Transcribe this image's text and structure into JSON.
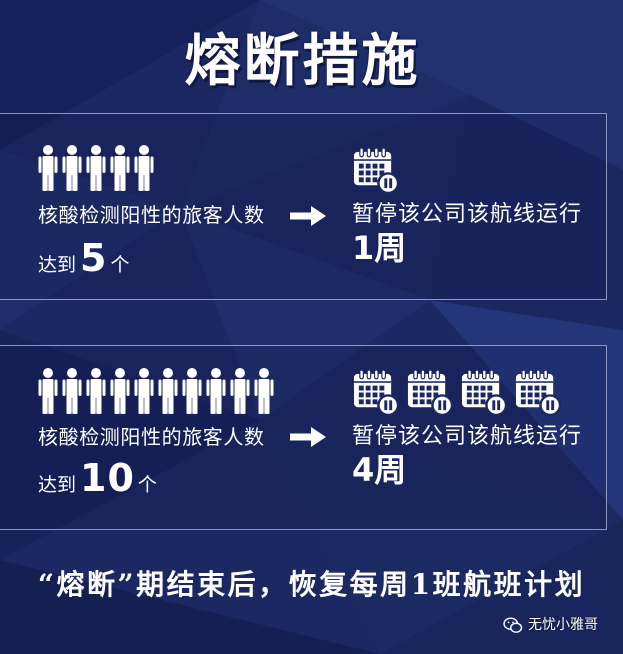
{
  "title": "熔断措施",
  "colors": {
    "background": "#1b2862",
    "text": "#ffffff",
    "card_border": "#8e98c2",
    "icon": "#ffffff"
  },
  "icons": {
    "person": "person-icon",
    "calendar": "calendar-pause-icon",
    "arrow": "arrow-right-icon",
    "watermark": "wechat-icon"
  },
  "rules": [
    {
      "person_icons": 5,
      "condition": "核酸检测阳性的旅客人数",
      "reach_prefix": "达到",
      "count": "5",
      "unit": "个",
      "calendar_icons": 1,
      "action": "暂停该公司该航线运行",
      "duration": "1周"
    },
    {
      "person_icons": 10,
      "condition": "核酸检测阳性的旅客人数",
      "reach_prefix": "达到",
      "count": "10",
      "unit": "个",
      "calendar_icons": 4,
      "action": "暂停该公司该航线运行",
      "duration": "4周"
    }
  ],
  "footer": "“熔断”期结束后，恢复每周1班航班计划",
  "watermark": "无忧小雅哥"
}
